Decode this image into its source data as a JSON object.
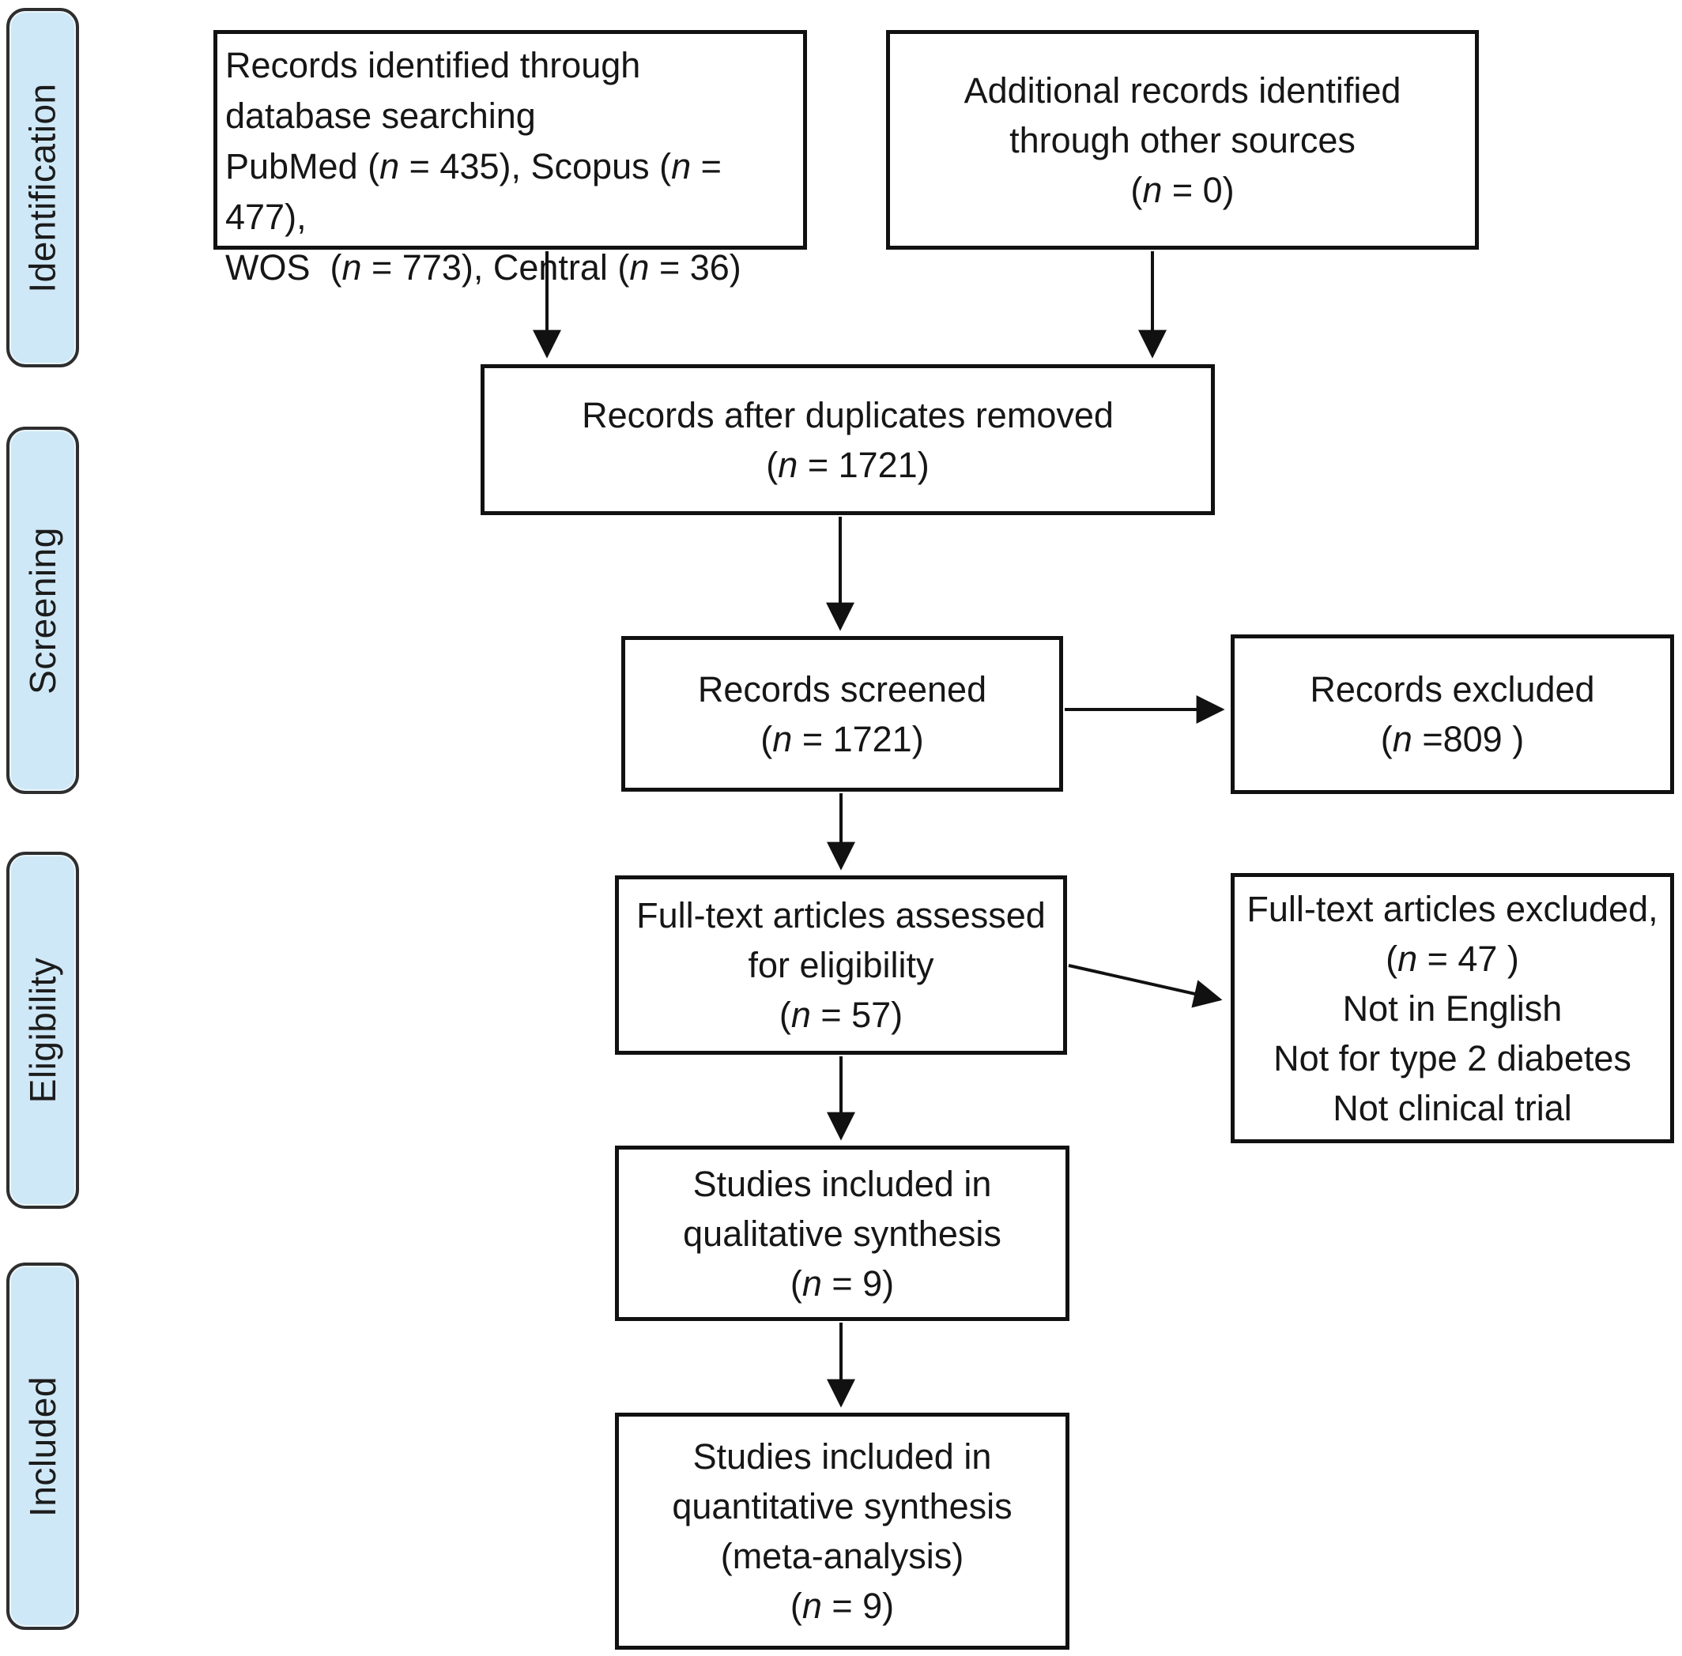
{
  "diagram": {
    "stages": [
      {
        "label": "Identification"
      },
      {
        "label": "Screening"
      },
      {
        "label": "Eligibility"
      },
      {
        "label": "Included"
      }
    ],
    "boxes": [
      {
        "name": "records-identified-through-database-searching",
        "lines": [
          "Records identified through",
          "database searching",
          "PubMed (n = 435), Scopus (n = 477),",
          "WOS  (n = 773), Central (n = 36)"
        ]
      },
      {
        "name": "additional-records-other-sources",
        "lines": [
          "Additional records identified",
          "through other sources",
          "(n = 0)"
        ]
      },
      {
        "name": "records-after-duplicates-removed",
        "lines": [
          "Records after duplicates removed",
          "(n = 1721)"
        ]
      },
      {
        "name": "records-screened",
        "lines": [
          "Records screened",
          "(n = 1721)"
        ]
      },
      {
        "name": "records-excluded",
        "lines": [
          "Records excluded",
          "(n =809 )"
        ]
      },
      {
        "name": "fulltext-articles-assessed",
        "lines": [
          "Full-text articles assessed",
          "for eligibility",
          "(n = 57)"
        ]
      },
      {
        "name": "fulltext-articles-excluded",
        "lines": [
          "Full-text articles excluded,",
          "(n = 47 )",
          "Not in English",
          "Not for type 2 diabetes",
          "Not clinical trial"
        ]
      },
      {
        "name": "studies-included-qualitative",
        "lines": [
          "Studies included in",
          "qualitative synthesis",
          "(n = 9)"
        ]
      },
      {
        "name": "studies-included-quantitative",
        "lines": [
          "Studies included in",
          "quantitative synthesis",
          "(meta-analysis)",
          "(n = 9)"
        ]
      }
    ]
  },
  "colors": {
    "stage_fill": "#cfe8f7",
    "stage_border": "#2e2e2e",
    "box_border": "#111111",
    "box_fill": "#ffffff"
  }
}
